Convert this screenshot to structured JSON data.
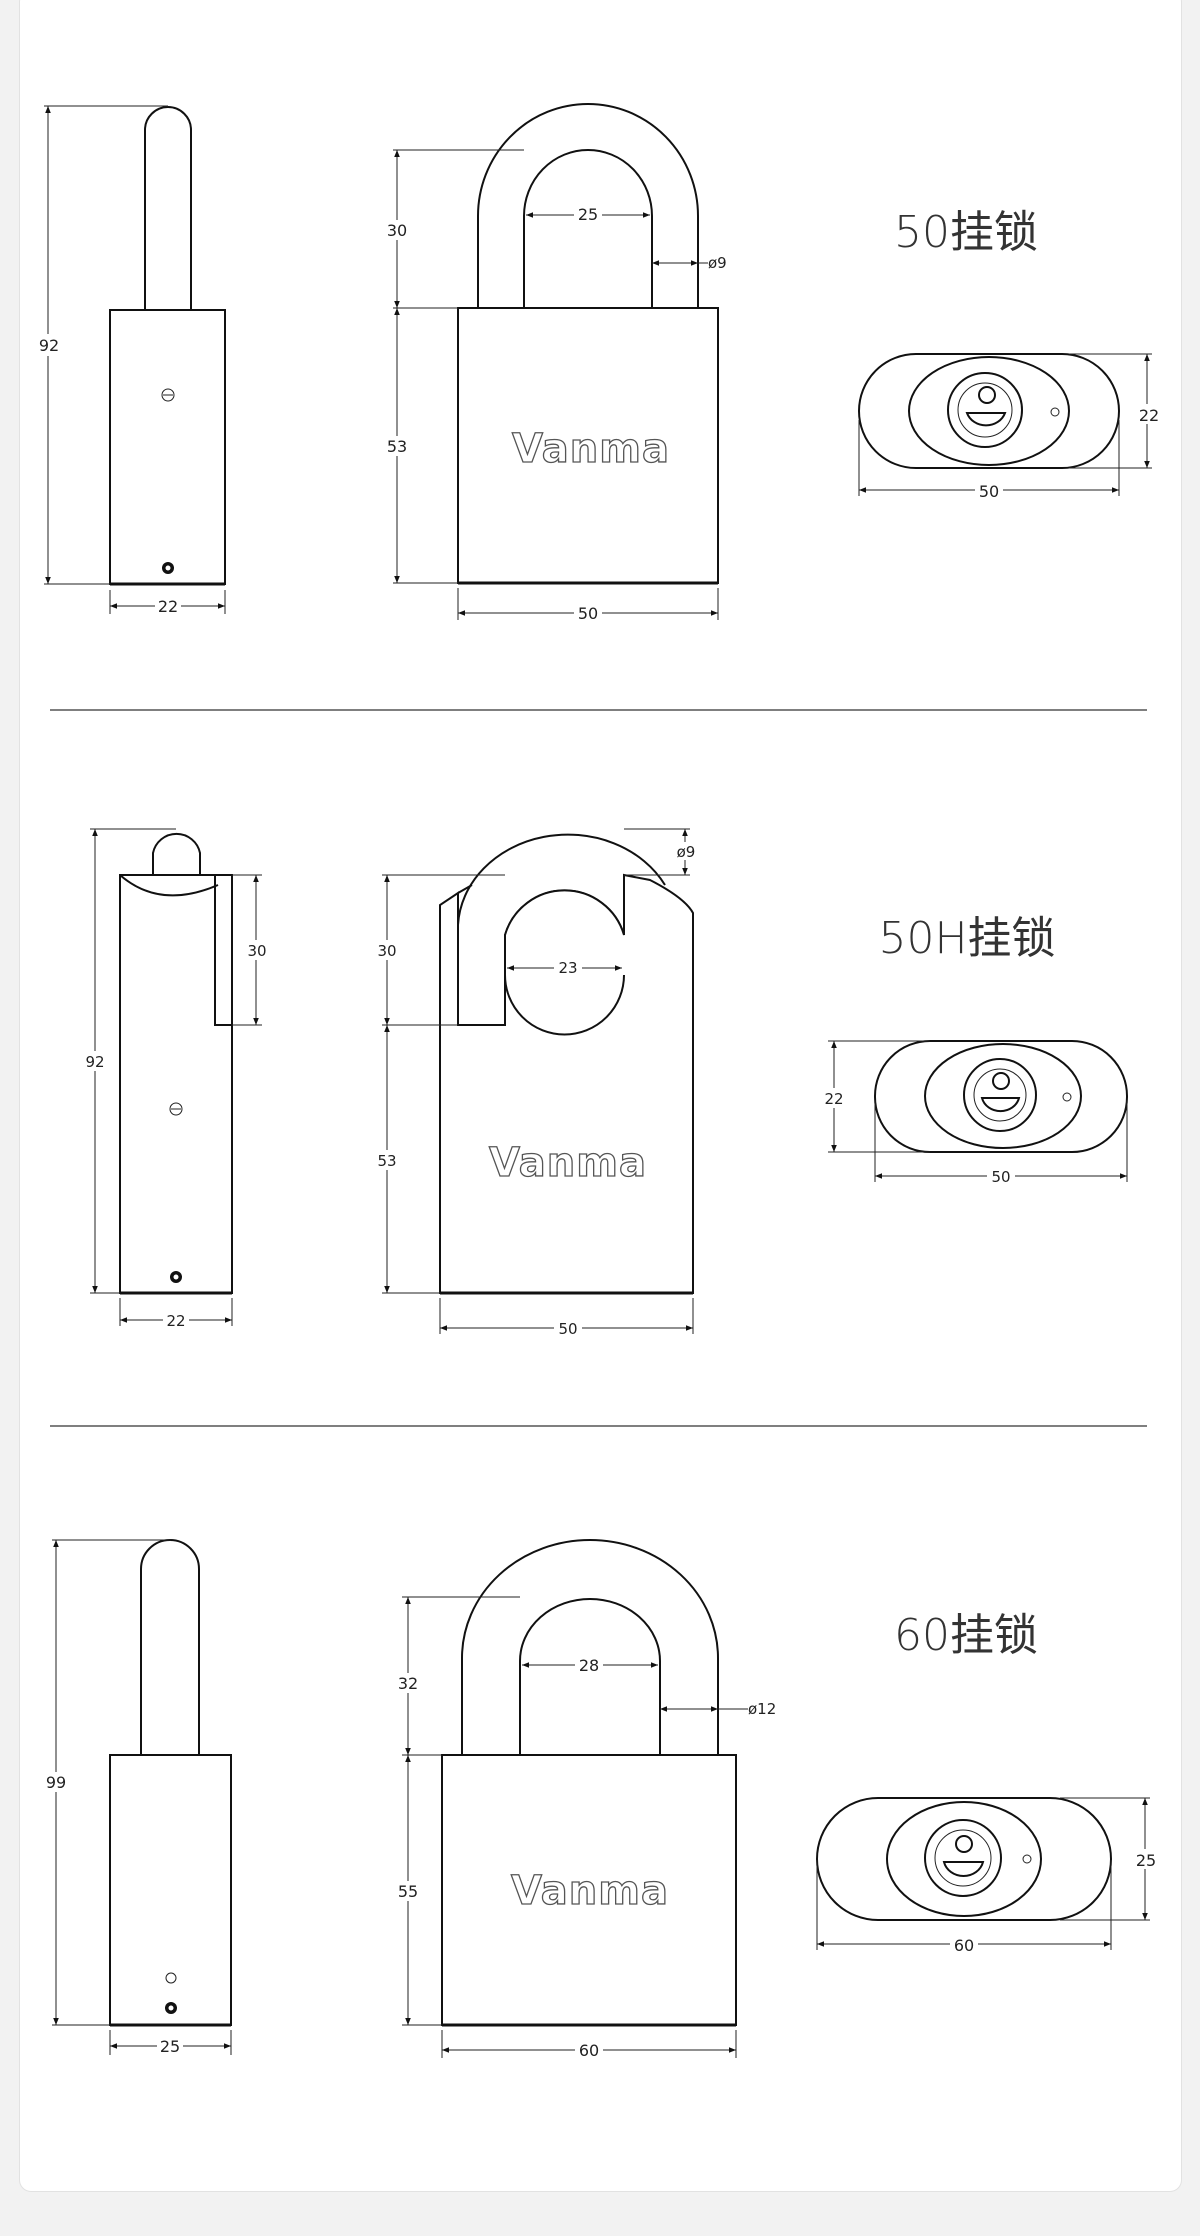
{
  "colors": {
    "page_background": "#f2f2f2",
    "card": "#ffffff",
    "line": "#111111"
  },
  "sections": [
    {
      "title": "50挂锁",
      "brand": "Vanma",
      "side": {
        "height": "92",
        "width": "22"
      },
      "front": {
        "shackle_height": "30",
        "inner_width": "25",
        "shackle_diameter": "ø9",
        "body_height": "53",
        "width": "50"
      },
      "bottom": {
        "width": "50",
        "depth": "22"
      }
    },
    {
      "title": "50H挂锁",
      "brand": "Vanma",
      "side": {
        "height": "92",
        "shackle_height": "30",
        "width": "22"
      },
      "front": {
        "shackle_height": "30",
        "inner_width": "23",
        "shackle_diameter": "ø9",
        "body_height": "53",
        "width": "50"
      },
      "bottom": {
        "width": "50",
        "depth": "22"
      }
    },
    {
      "title": "60挂锁",
      "brand": "Vanma",
      "side": {
        "height": "99",
        "width": "25"
      },
      "front": {
        "shackle_height": "32",
        "inner_width": "28",
        "shackle_diameter": "ø12",
        "body_height": "55",
        "width": "60"
      },
      "bottom": {
        "width": "60",
        "depth": "25"
      }
    }
  ]
}
